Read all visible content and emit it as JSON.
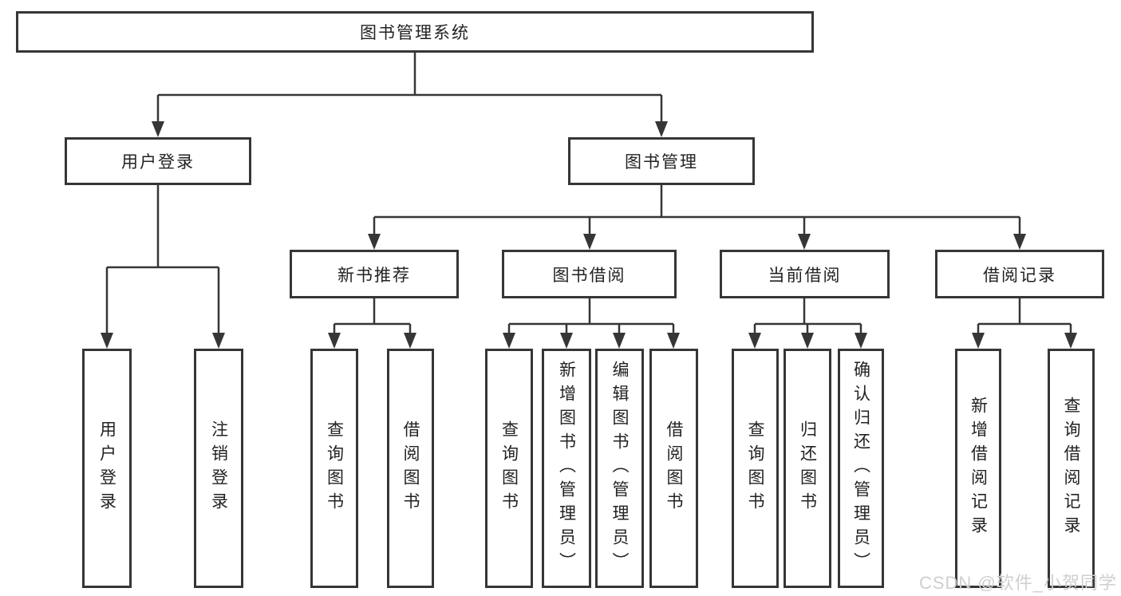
{
  "diagram": {
    "title": "图书管理系统",
    "watermark": "CSDN @软件_小贺同学",
    "colors": {
      "line": "#363636",
      "box_border": "#363636",
      "text": "#222222",
      "box_background": "#ffffff",
      "page_background": "#ffffff",
      "watermark": "#cfcfcf"
    },
    "tree": {
      "root": {
        "label": "图书管理系统",
        "children": [
          {
            "label": "用户登录",
            "children": [
              {
                "label": "用户登录"
              },
              {
                "label": "注销登录"
              }
            ]
          },
          {
            "label": "图书管理",
            "children": [
              {
                "label": "新书推荐",
                "children": [
                  {
                    "label": "查询图书"
                  },
                  {
                    "label": "借阅图书"
                  }
                ]
              },
              {
                "label": "图书借阅",
                "children": [
                  {
                    "label": "查询图书"
                  },
                  {
                    "label": "新增图书（管理员）"
                  },
                  {
                    "label": "编辑图书（管理员）"
                  },
                  {
                    "label": "借阅图书"
                  }
                ]
              },
              {
                "label": "当前借阅",
                "children": [
                  {
                    "label": "查询图书"
                  },
                  {
                    "label": "归还图书"
                  },
                  {
                    "label": "确认归还（管理员）"
                  }
                ]
              },
              {
                "label": "借阅记录",
                "children": [
                  {
                    "label": "新增借阅记录"
                  },
                  {
                    "label": "查询借阅记录"
                  }
                ]
              }
            ]
          }
        ]
      }
    }
  }
}
